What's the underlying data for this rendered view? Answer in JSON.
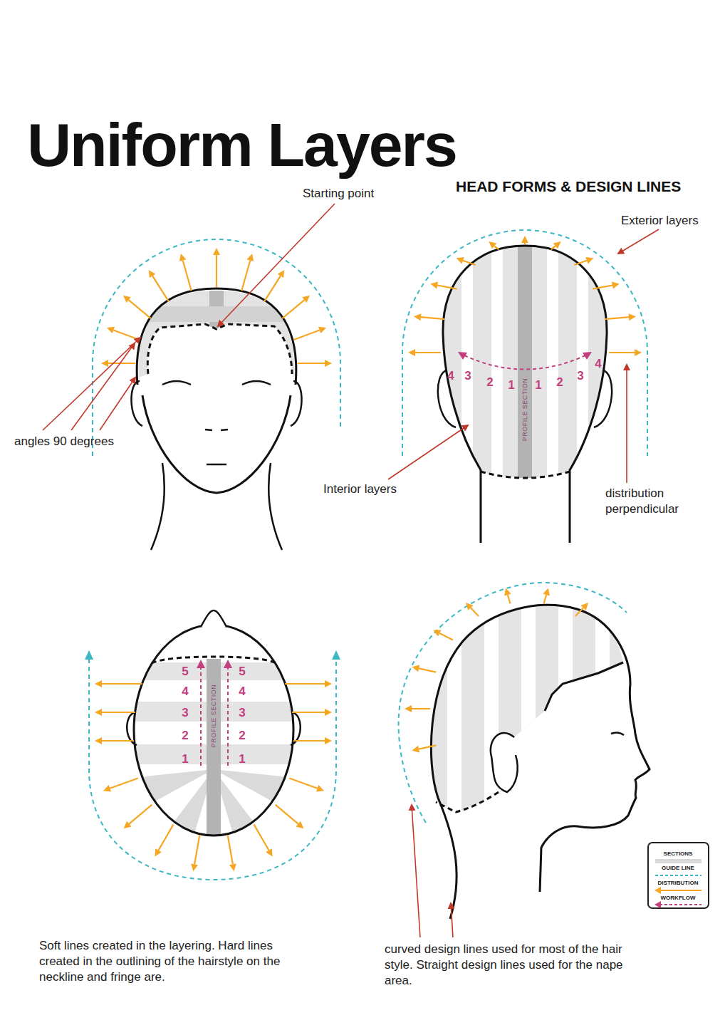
{
  "diagram": {
    "title": "Uniform Layers",
    "labels": [
      "HEAD FORMS & DESIGN LINES",
      "Starting point",
      "Exterior layers",
      "angles 90 degrees",
      "4",
      "3",
      "2",
      "1",
      "PROFILE SECTION",
      "1",
      "2",
      "3",
      "4",
      "Interior layers",
      "distribution perpendicular",
      "5",
      "4",
      "3",
      "2",
      "1",
      "PROFILE SECTION",
      "5",
      "4",
      "3",
      "2",
      "1",
      "Soft lines created in the layering. Hard lines created in the outlining of the hairstyle on the neckline and fringe are.",
      "curved design lines used for most of the hair style. Straight design lines used for the nape area."
    ],
    "legend": [
      {
        "text": "SECTIONS",
        "color": "#d9d9d9"
      },
      {
        "text": "GUIDE LINE"
      },
      {
        "text": "DISTRIBUTION"
      },
      {
        "text": "WORKFLOW"
      }
    ]
  }
}
